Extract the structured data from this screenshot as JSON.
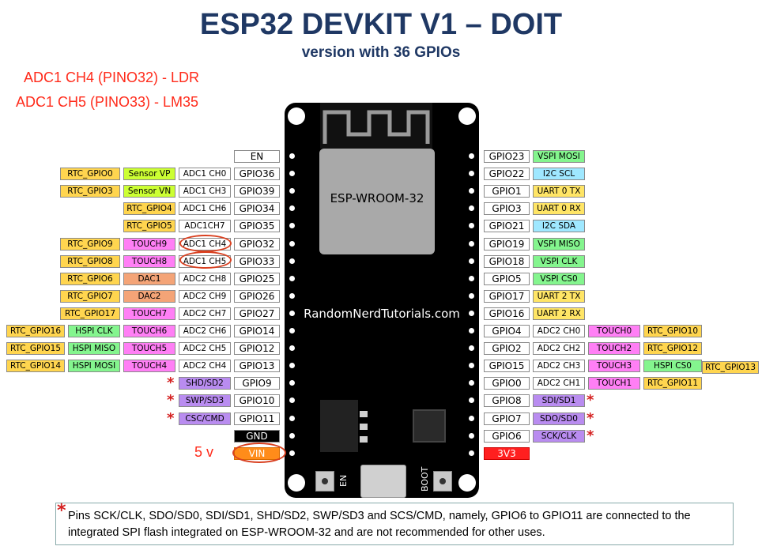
{
  "title": "ESP32 DEVKIT V1 – DOIT",
  "subtitle": "version with 36 GPIOs",
  "notes": [
    "ADC1 CH4 (PINO32) -  LDR",
    "ADC1 CH5 (PINO33) -  LM35"
  ],
  "board": {
    "module_label": "ESP-WROOM-32",
    "website": "RandomNerdTutorials.com",
    "en_button": "EN",
    "boot_button": "BOOT"
  },
  "left_pins": [
    {
      "gpio": "EN"
    },
    {
      "gpio": "GPIO36",
      "adc": "ADC1 CH0",
      "f2": "Sensor VP",
      "f3": "RTC_GPIO0"
    },
    {
      "gpio": "GPIO39",
      "adc": "ADC1 CH3",
      "f2": "Sensor VN",
      "f3": "RTC_GPIO3"
    },
    {
      "gpio": "GPIO34",
      "adc": "ADC1 CH6",
      "f2": "RTC_GPIO4"
    },
    {
      "gpio": "GPIO35",
      "adc": "ADC1CH7",
      "f2": "RTC_GPIO5"
    },
    {
      "gpio": "GPIO32",
      "adc": "ADC1 CH4",
      "f2": "TOUCH9",
      "f3": "RTC_GPIO9"
    },
    {
      "gpio": "GPIO33",
      "adc": "ADC1 CH5",
      "f2": "TOUCH8",
      "f3": "RTC_GPIO8"
    },
    {
      "gpio": "GPIO25",
      "adc": "ADC2 CH8",
      "f2": "DAC1",
      "f3": "RTC_GPIO6"
    },
    {
      "gpio": "GPIO26",
      "adc": "ADC2 CH9",
      "f2": "DAC2",
      "f3": "RTC_GPIO7"
    },
    {
      "gpio": "GPIO27",
      "adc": "ADC2 CH7",
      "f2": "TOUCH7",
      "f3": "RTC_GPIO17"
    },
    {
      "gpio": "GPIO14",
      "adc": "ADC2 CH6",
      "f2": "TOUCH6",
      "f3": "HSPI CLK",
      "f4": "RTC_GPIO16"
    },
    {
      "gpio": "GPIO12",
      "adc": "ADC2 CH5",
      "f2": "TOUCH5",
      "f3": "HSPI MISO",
      "f4": "RTC_GPIO15"
    },
    {
      "gpio": "GPIO13",
      "adc": "ADC2 CH4",
      "f2": "TOUCH4",
      "f3": "HSPI MOSI",
      "f4": "RTC_GPIO14"
    },
    {
      "gpio": "GPIO9",
      "adc": "SHD/SD2",
      "star": "*"
    },
    {
      "gpio": "GPIO10",
      "adc": "SWP/SD3",
      "star": "*"
    },
    {
      "gpio": "GPIO11",
      "adc": "CSC/CMD",
      "star": "*"
    },
    {
      "gpio": "GND"
    },
    {
      "gpio": "VIN"
    }
  ],
  "right_pins": [
    {
      "gpio": "GPIO23",
      "f1": "VSPI MOSI"
    },
    {
      "gpio": "GPIO22",
      "f1": "I2C SCL"
    },
    {
      "gpio": "GPIO1",
      "f1": "UART 0 TX"
    },
    {
      "gpio": "GPIO3",
      "f1": "UART 0 RX"
    },
    {
      "gpio": "GPIO21",
      "f1": "I2C SDA"
    },
    {
      "gpio": "GPIO19",
      "f1": "VSPI MISO"
    },
    {
      "gpio": "GPIO18",
      "f1": "VSPI CLK"
    },
    {
      "gpio": "GPIO5",
      "f1": "VSPI CS0"
    },
    {
      "gpio": "GPIO17",
      "f1": "UART 2 TX"
    },
    {
      "gpio": "GPIO16",
      "f1": "UART 2 RX"
    },
    {
      "gpio": "GPIO4",
      "f1": "ADC2 CH0",
      "f2": "TOUCH0",
      "f3": "RTC_GPIO10"
    },
    {
      "gpio": "GPIO2",
      "f1": "ADC2 CH2",
      "f2": "TOUCH2",
      "f3": "RTC_GPIO12"
    },
    {
      "gpio": "GPIO15",
      "f1": "ADC2 CH3",
      "f2": "TOUCH3",
      "f3": "HSPI CS0",
      "f4": "RTC_GPIO13"
    },
    {
      "gpio": "GPIO0",
      "f1": "ADC2 CH1",
      "f2": "TOUCH1",
      "f3": "RTC_GPIO11"
    },
    {
      "gpio": "GPIO8",
      "f1": "SDI/SD1",
      "star": "*"
    },
    {
      "gpio": "GPIO7",
      "f1": "SDO/SD0",
      "star": "*"
    },
    {
      "gpio": "GPIO6",
      "f1": "SCK/CLK",
      "star": "*"
    },
    {
      "gpio": "3V3"
    }
  ],
  "five_v": "5 v",
  "footer": {
    "star": "*",
    "text": "Pins SCK/CLK, SDO/SD0, SDI/SD1, SHD/SD2, SWP/SD3 and SCS/CMD, namely, GPIO6 to GPIO11 are connected to the integrated SPI flash integrated on ESP-WROOM-32 and are not recommended for other uses."
  }
}
